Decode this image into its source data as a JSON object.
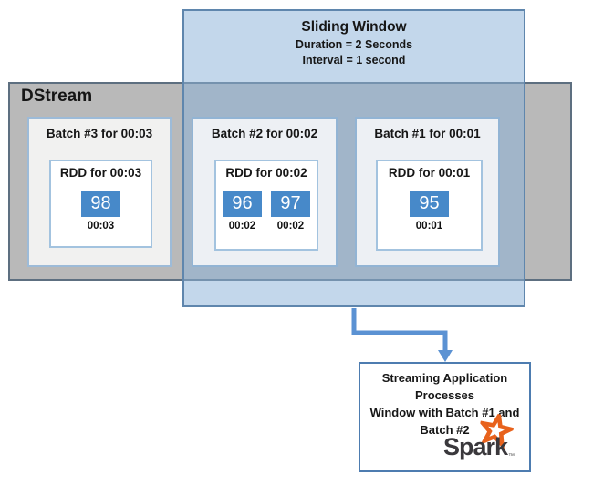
{
  "sliding_window": {
    "title": "Sliding Window",
    "duration": "Duration = 2 Seconds",
    "interval": "Interval = 1 second"
  },
  "dstream": {
    "label": "DStream"
  },
  "batches": [
    {
      "title": "Batch #3 for 00:03",
      "rdd_title": "RDD for 00:03",
      "cells": [
        {
          "value": "98",
          "time": "00:03"
        }
      ]
    },
    {
      "title": "Batch #2 for 00:02",
      "rdd_title": "RDD for 00:02",
      "cells": [
        {
          "value": "96",
          "time": "00:02"
        },
        {
          "value": "97",
          "time": "00:02"
        }
      ]
    },
    {
      "title": "Batch #1 for 00:01",
      "rdd_title": "RDD for 00:01",
      "cells": [
        {
          "value": "95",
          "time": "00:01"
        }
      ]
    }
  ],
  "processor": {
    "lines": [
      "Streaming Application",
      "Processes",
      "Window with Batch #1 and",
      "Batch #2"
    ],
    "logo_text": "Spark",
    "trademark": "™"
  },
  "colors": {
    "cell_blue": "#4789c9",
    "window_fill": "rgba(140,178,216,0.52)",
    "window_border": "#5f86ad",
    "dstream_fill": "#b9b9b9",
    "dstream_border": "#5d6f80",
    "batch_border": "#92b4d4",
    "arrow_blue": "#5b92d3",
    "spark_orange": "#e8621c",
    "spark_text": "#3a383c"
  }
}
